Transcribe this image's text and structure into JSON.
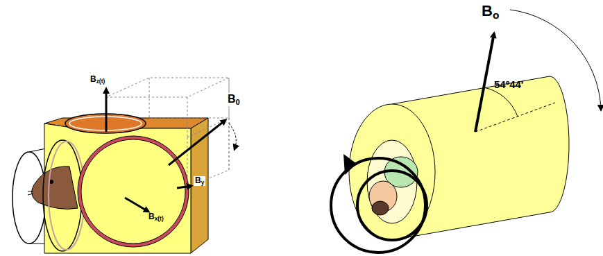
{
  "diagram": {
    "labels": [
      "Bz(t)",
      "B0",
      "By",
      "Bx(t)",
      "Bo",
      "54º44'"
    ]
  }
}
